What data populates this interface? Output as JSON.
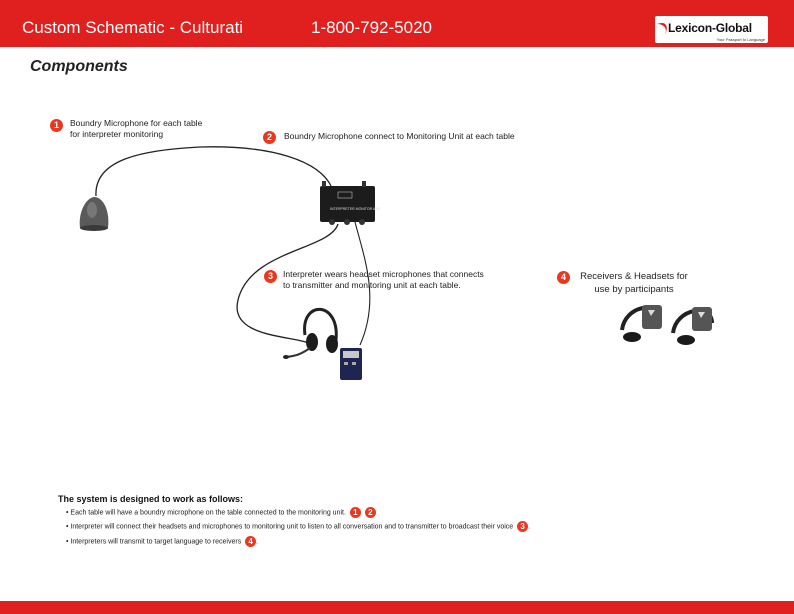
{
  "header": {
    "title": "Custom Schematic - Culturati",
    "phone": "1-800-792-5020",
    "logo_text": "Lexicon-Global",
    "logo_tagline": "Your Passport to Language"
  },
  "section_title": "Components",
  "callouts": [
    {
      "num": "1",
      "text": "Boundry Microphone for each table for interpreter monitoring"
    },
    {
      "num": "2",
      "text": "Boundry Microphone connect to Monitoring Unit at each table"
    },
    {
      "num": "3",
      "text": "Interpreter wears headset microphones that connects to transmitter and monitoring unit at each table."
    },
    {
      "num": "4",
      "text": "Receivers & Headsets for use by participants"
    }
  ],
  "device_label": "INTERPRETER MONITOR AMP",
  "notes": {
    "title": "The system is designed to work as follows:",
    "items": [
      {
        "text": "• Each table will have a boundry microphone on the table connected to the monitoring unit.",
        "badges": [
          "1",
          "2"
        ]
      },
      {
        "text": "• Interpreter will connect their headsets and microphones to monitoring unit to listen to all conversation and to transmitter to broadcast their voice",
        "badges": [
          "3"
        ]
      },
      {
        "text": "• Interpreters will  transmit to target language to receivers",
        "badges": [
          "4"
        ]
      }
    ]
  },
  "colors": {
    "brand_red": "#e0201f",
    "badge_red": "#e8381f"
  }
}
